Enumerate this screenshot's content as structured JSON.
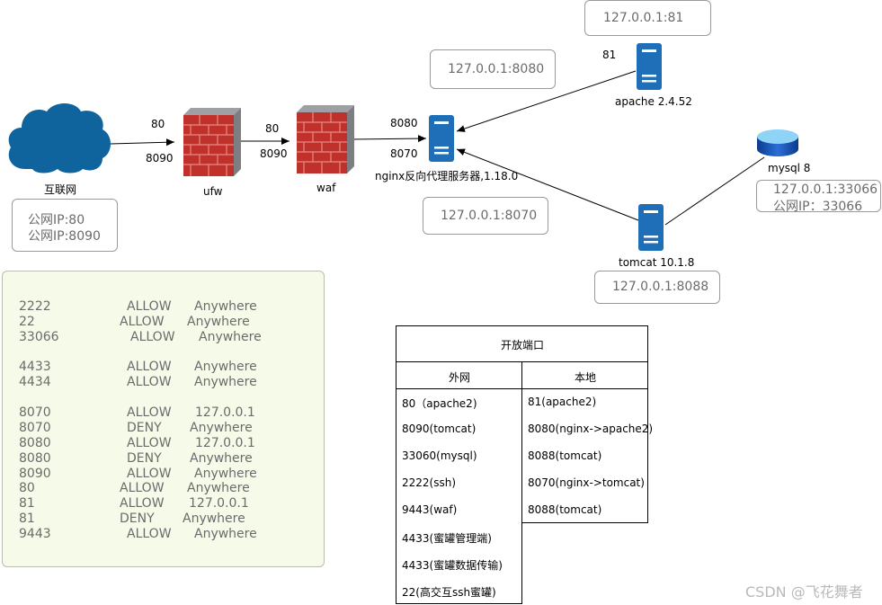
{
  "nodes": {
    "internet": {
      "label": "互联网"
    },
    "ufw": {
      "label": "ufw"
    },
    "waf": {
      "label": "waf"
    },
    "nginx": {
      "label": "nginx反向代理服务器,1.18.0"
    },
    "apache": {
      "label": "apache 2.4.52"
    },
    "tomcat": {
      "label": "tomcat 10.1.8"
    },
    "mysql": {
      "label": "mysql 8"
    }
  },
  "ports": {
    "internet_ufw_top": "80",
    "internet_ufw_bottom": "8090",
    "ufw_waf_top": "80",
    "ufw_waf_bottom": "8090",
    "nginx_left_top": "8080",
    "nginx_left_bottom": "8070",
    "apache_port": "81"
  },
  "address_boxes": {
    "internet": [
      "公网IP:80",
      "公网IP:8090"
    ],
    "apache": "127.0.0.1:81",
    "nginx_8080": "127.0.0.1:8080",
    "nginx_8070": "127.0.0.1:8070",
    "tomcat": "127.0.0.1:8088",
    "mysql": [
      "127.0.0.1:33066",
      "公网IP：33066"
    ]
  },
  "firewall_rules": [
    {
      "port": "2222",
      "action": "ALLOW",
      "from": "Anywhere"
    },
    {
      "port": "22",
      "action": "ALLOW",
      "from": "Anywhere"
    },
    {
      "port": "33066",
      "action": "ALLOW",
      "from": "Anywhere"
    },
    {
      "port": "4433",
      "action": "ALLOW",
      "from": "Anywhere"
    },
    {
      "port": "4434",
      "action": "ALLOW",
      "from": "Anywhere"
    },
    {
      "port": "8070",
      "action": "ALLOW",
      "from": "127.0.0.1"
    },
    {
      "port": "8070",
      "action": "DENY",
      "from": "Anywhere"
    },
    {
      "port": "8080",
      "action": "ALLOW",
      "from": "127.0.0.1"
    },
    {
      "port": "8080",
      "action": "DENY",
      "from": "Anywhere"
    },
    {
      "port": "8090",
      "action": "ALLOW",
      "from": "Anywhere"
    },
    {
      "port": "80",
      "action": "ALLOW",
      "from": "Anywhere"
    },
    {
      "port": "81",
      "action": "ALLOW",
      "from": "127.0.0.1"
    },
    {
      "port": "81",
      "action": "DENY",
      "from": "Anywhere"
    },
    {
      "port": "9443",
      "action": "ALLOW",
      "from": "Anywhere"
    }
  ],
  "port_table": {
    "title": "开放端口",
    "external_header": "外网",
    "local_header": "本地",
    "external": [
      "80（apache2)",
      "8090(tomcat)",
      "33060(mysql)",
      "2222(ssh)",
      "9443(waf)",
      "4433(蜜罐管理端)",
      "4433(蜜罐数据传输)",
      "22(高交互ssh蜜罐)"
    ],
    "local": [
      "81(apache2)",
      "8080(nginx->apache2)",
      "8088(tomcat)",
      "8070(nginx->tomcat)",
      "8088(tomcat)"
    ]
  },
  "watermark": "CSDN @飞花舞者",
  "colors": {
    "cloud": "#10649e",
    "server": "#1f6fb8",
    "brick": "#c0312b",
    "rules_bg": "#f6fbe9"
  }
}
